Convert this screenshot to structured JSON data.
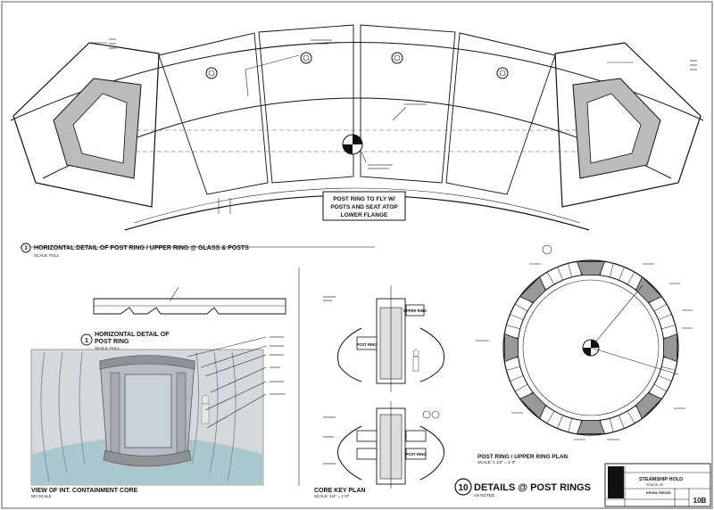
{
  "sections": {
    "post_ring_horizontal": {
      "number": "3",
      "title": "HORIZONTAL DETAIL OF POST RING / UPPER RING @ GLASS & POSTS",
      "scale": "SCALE: FULL"
    },
    "post_ring_detail": {
      "number": "1",
      "title_line1": "HORIZONTAL DETAIL OF",
      "title_line2": "POST RING",
      "scale": "SCALE: FULL"
    },
    "containment_core": {
      "title": "VIEW OF INT. CONTAINMENT CORE",
      "scale": "NO SCALE"
    },
    "core_key_plan": {
      "title": "CORE KEY PLAN",
      "scale": "SCALE: 1/4\" = 1'-0\""
    },
    "post_ring_plan": {
      "title": "POST RING / UPPER RING PLAN",
      "scale": "SCALE: 1 1/2\" = 1'-0\""
    }
  },
  "callout_box": {
    "line1": "POST RING TO FLY W/",
    "line2": "POSTS AND SEAT ATOP",
    "line3": "LOWER FLANGE"
  },
  "sheet_title": {
    "number": "10",
    "title": "DETAILS @ POST RINGS",
    "scale": "AS NOTED"
  },
  "key_labels": {
    "upper_ring": "UPPER RING",
    "post_ring_a": "POST RING",
    "post_ring_b": "POST RING"
  },
  "title_block": {
    "project": "STEAMSHIP HOLD",
    "stage": "STAGE 15",
    "designer": "KEVIN CROSS",
    "sheet": "10B"
  }
}
